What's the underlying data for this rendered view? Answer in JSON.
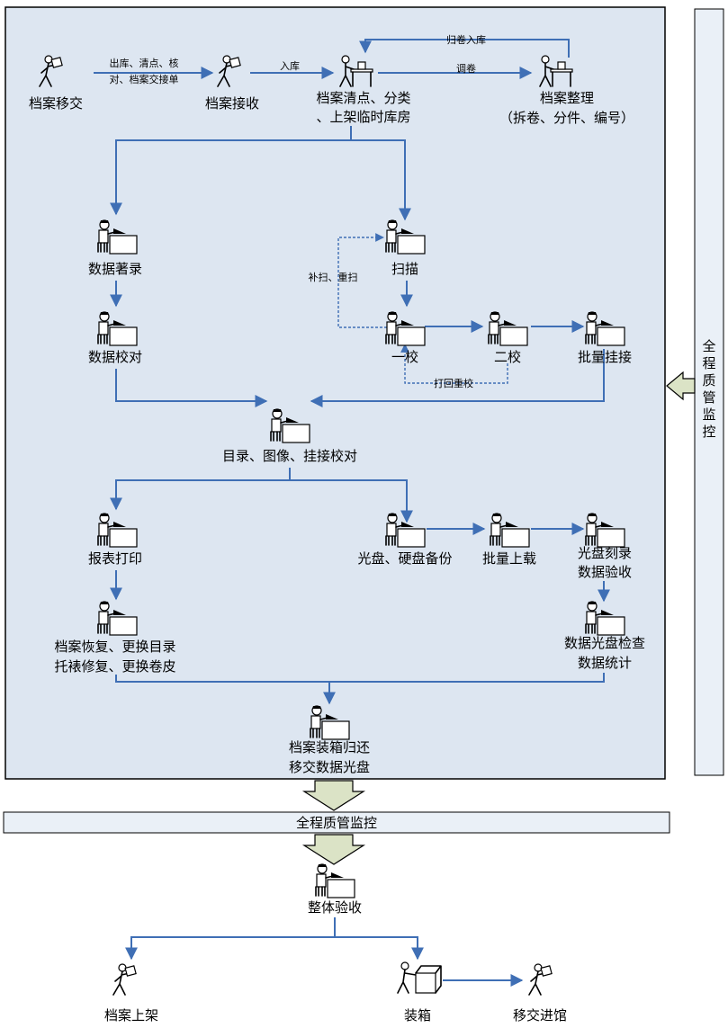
{
  "nodes": {
    "transfer": "档案移交",
    "receive": "档案接收",
    "clean": [
      "档案清点、分类",
      "、上架临时库房"
    ],
    "organize": [
      "档案整理",
      "（拆卷、分件、编号）"
    ],
    "catalog": "数据著录",
    "scan": "扫描",
    "data_check": "数据校对",
    "check1": "一校",
    "check2": "二校",
    "batch_link": "批量挂接",
    "verify": "目录、图像、挂接校对",
    "report_print": "报表打印",
    "backup": "光盘、硬盘备份",
    "batch_load": "批量上载",
    "burn": [
      "光盘刻录",
      "数据验收"
    ],
    "restore": [
      "档案恢复、更换目录",
      "托裱修复、更换卷皮"
    ],
    "disc_check": [
      "数据光盘检查",
      "数据统计"
    ],
    "return": [
      "档案装箱归还",
      "移交数据光盘"
    ],
    "accept": "整体验收",
    "shelve": "档案上架",
    "pack": "装箱",
    "deliver": "移交进馆"
  },
  "edges": {
    "out": [
      "出库、清点、核",
      "对、档案交接单"
    ],
    "in": "入库",
    "return_in": "归卷入库",
    "transfer_vol": "调卷",
    "rescan": "补扫、重扫",
    "recheck": "打回重校"
  },
  "qc_side": [
    "全",
    "程",
    "质",
    "管",
    "监",
    "控"
  ],
  "qc_bar": "全程质管监控",
  "colors": {
    "panel_fill": "#dde6f1",
    "line": "#3f6fb5",
    "bar_fill": "#eaf0f7",
    "arrow_fill": "#dbe3c6"
  }
}
